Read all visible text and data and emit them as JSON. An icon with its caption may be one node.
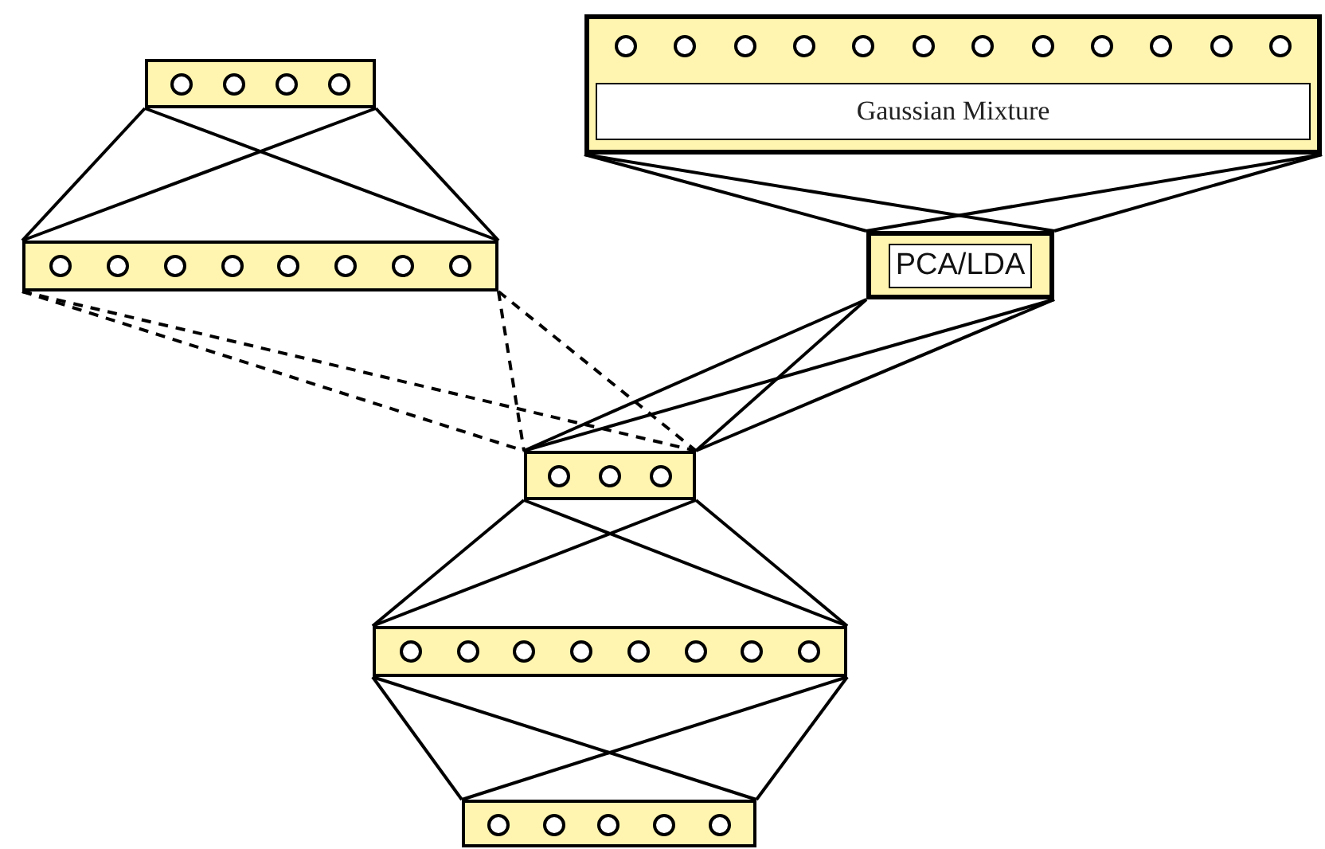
{
  "diagram": {
    "nodes": [
      {
        "text": [],
        "shape": "box"
      },
      {
        "text": [],
        "shape": "box"
      },
      {
        "text": [],
        "shape": "box"
      },
      {
        "text": [
          "Gaussian Mixture"
        ],
        "in": 2
      },
      {
        "text": [
          "PCA/LDA"
        ]
      },
      {
        "text": [],
        "shape": "box"
      },
      {
        "text": [],
        "shape": "box"
      },
      {
        "text": [],
        "shape": "box"
      }
    ],
    "edges": [
      {
        "from": 0,
        "to": 1,
        "arrow": "none"
      },
      {
        "from": 0,
        "to": 1,
        "arrow": "none"
      },
      {
        "from": 0,
        "to": 1,
        "arrow": "none"
      },
      {
        "from": 0,
        "to": 1,
        "arrow": "none"
      },
      {
        "from": 1,
        "to": 5,
        "arrow": "none",
        "style": "dashed"
      },
      {
        "from": 1,
        "to": 5,
        "arrow": "none",
        "style": "dashed"
      },
      {
        "from": 1,
        "to": 5,
        "arrow": "none",
        "style": "dashed"
      },
      {
        "from": 1,
        "to": 5,
        "arrow": "none",
        "style": "dashed"
      },
      {
        "from": 2,
        "to": 4,
        "arrow": "none"
      },
      {
        "from": 2,
        "to": 4,
        "arrow": "none"
      },
      {
        "from": 2,
        "to": 4,
        "arrow": "none"
      },
      {
        "from": 2,
        "to": 4,
        "arrow": "none"
      },
      {
        "from": 4,
        "to": 5,
        "arrow": "none"
      },
      {
        "from": 4,
        "to": 5,
        "arrow": "none"
      },
      {
        "from": 4,
        "to": 5,
        "arrow": "none"
      },
      {
        "from": 4,
        "to": 5,
        "arrow": "none"
      },
      {
        "from": 5,
        "to": 6,
        "arrow": "none"
      },
      {
        "from": 5,
        "to": 6,
        "arrow": "none"
      },
      {
        "from": 5,
        "to": 6,
        "arrow": "none"
      },
      {
        "from": 5,
        "to": 6,
        "arrow": "none"
      },
      {
        "from": 6,
        "to": 7,
        "arrow": "none"
      },
      {
        "from": 6,
        "to": 7,
        "arrow": "none"
      },
      {
        "from": 6,
        "to": 7,
        "arrow": "none"
      },
      {
        "from": 6,
        "to": 7,
        "arrow": "none"
      }
    ]
  }
}
